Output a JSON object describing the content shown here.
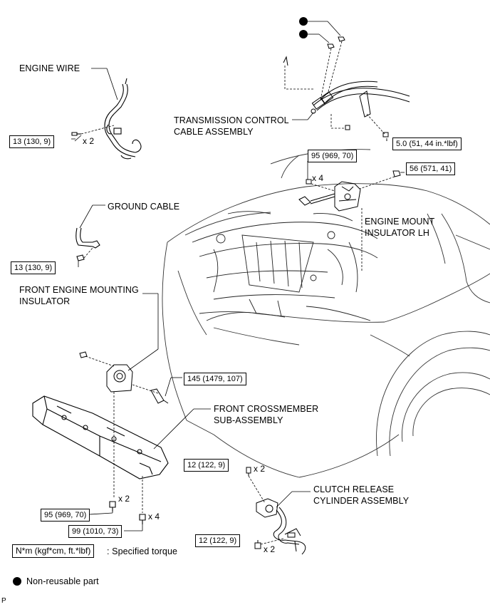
{
  "labels": {
    "engine_wire": "ENGINE WIRE",
    "transmission_line1": "TRANSMISSION CONTROL",
    "transmission_line2": "CABLE ASSEMBLY",
    "mount_lh_line1": "ENGINE MOUNT",
    "mount_lh_line2": "INSULATOR LH",
    "ground_cable": "GROUND CABLE",
    "front_mount_line1": "FRONT ENGINE MOUNTING",
    "front_mount_line2": "INSULATOR",
    "crossmember_line1": "FRONT CROSSMEMBER",
    "crossmember_line2": "SUB-ASSEMBLY",
    "clutch_line1": "CLUTCH RELEASE",
    "clutch_line2": "CYLINDER ASSEMBLY"
  },
  "torques": {
    "engine_wire": "13 (130, 9)",
    "transmission": "5.0 (51, 44 in.*lbf)",
    "mount_lh_bolt": "95 (969, 70)",
    "mount_lh_nut": "56 (571, 41)",
    "ground_cable": "13 (130, 9)",
    "front_mount": "145 (1479, 107)",
    "clutch_upper": "12 (122, 9)",
    "clutch_lower": "12 (122, 9)",
    "crossmember_a": "95 (969, 70)",
    "crossmember_b": "99 (1010, 73)"
  },
  "quantities": {
    "engine_wire": "x 2",
    "mount_lh": "x 4",
    "crossmember_a": "x 2",
    "crossmember_b": "x 4",
    "clutch_upper": "x 2",
    "clutch_lower": "x 2"
  },
  "legend": {
    "torque_box": "N*m (kgf*cm, ft.*lbf)",
    "torque_text": ": Specified torque",
    "non_reusable": "Non-reusable part"
  },
  "corner_mark": "P",
  "colors": {
    "ink": "#000000",
    "paper": "#ffffff"
  }
}
